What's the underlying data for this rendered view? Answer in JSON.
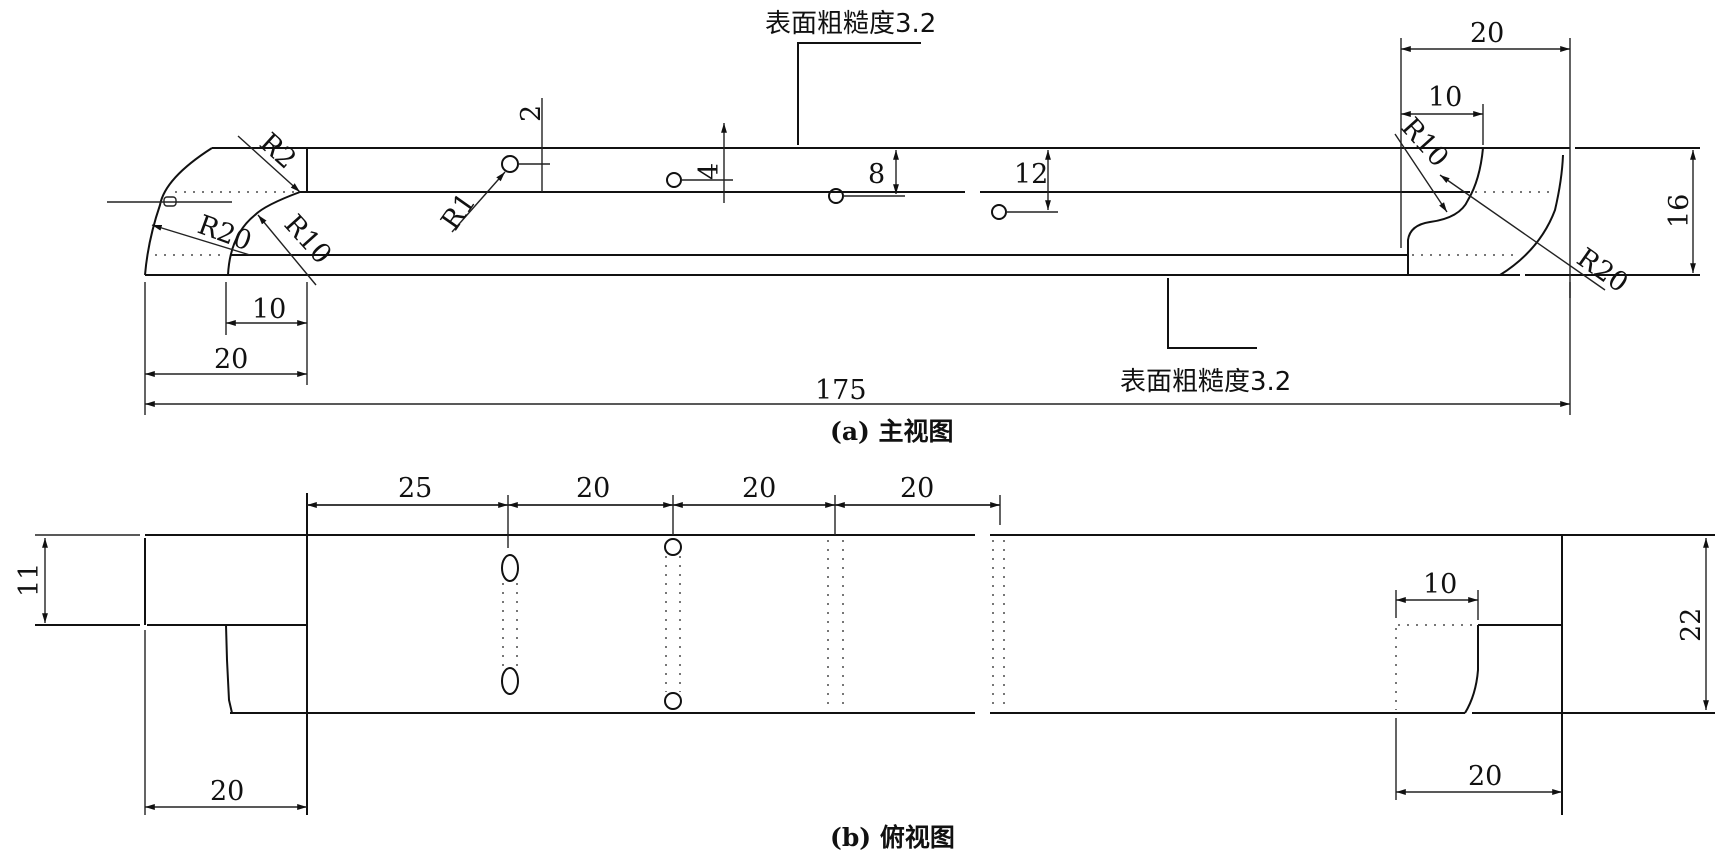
{
  "front_view": {
    "caption": "(a) 主视图",
    "surface_note_top": "表面粗糙度3.2",
    "surface_note_bottom": "表面粗糙度3.2",
    "dims": {
      "d2": "2",
      "d4": "4",
      "d8": "8",
      "d12": "12",
      "r1": "R1",
      "r2": "R2",
      "r20_left": "R20",
      "r10_left": "R10",
      "w10_left": "10",
      "w20_left": "20",
      "length_175": "175",
      "w20_right": "20",
      "w10_right": "10",
      "r10_right": "R10",
      "r20_right": "R20",
      "h16": "16"
    }
  },
  "top_view": {
    "caption": "(b) 俯视图",
    "dims": {
      "h11": "11",
      "s25": "25",
      "s20_a": "20",
      "s20_b": "20",
      "s20_c": "20",
      "w10_right": "10",
      "h22": "22",
      "w20_left": "20",
      "w20_right": "20"
    }
  }
}
